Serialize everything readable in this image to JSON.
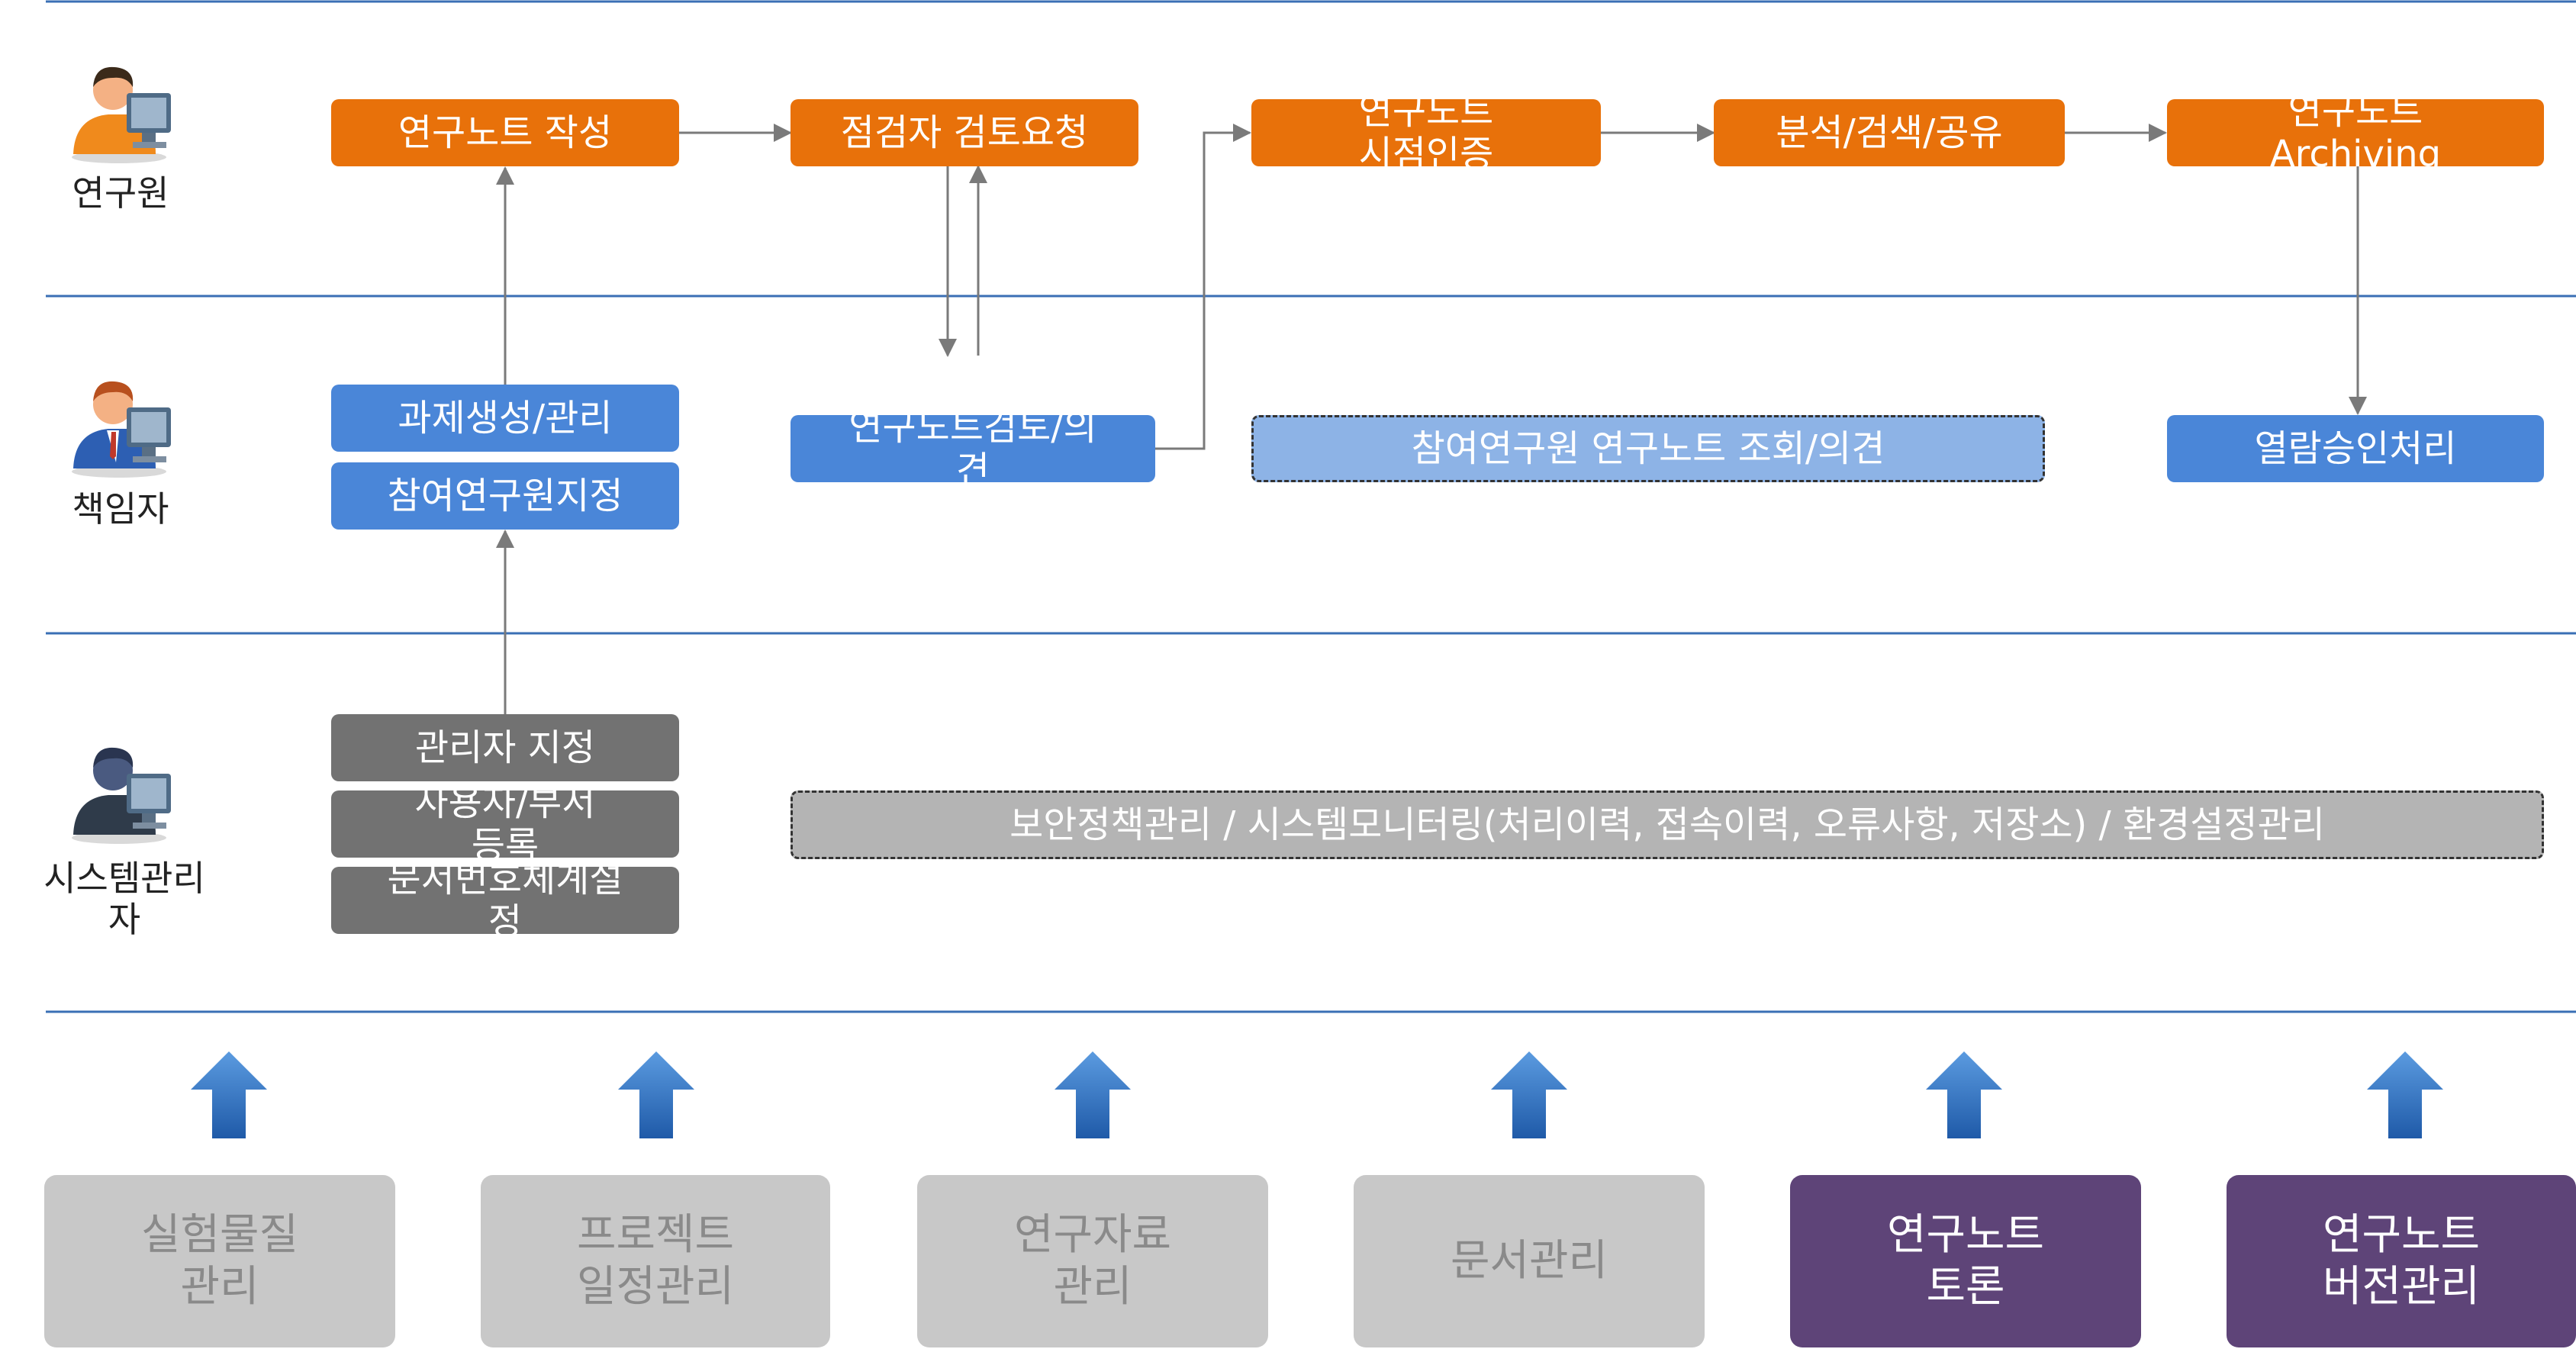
{
  "roles": {
    "researcher": "연구원",
    "manager": "책임자",
    "admin": "시스템관리\n자"
  },
  "researcher_row": {
    "write": "연구노트 작성",
    "review_request": "점검자 검토요청",
    "timestamp_cert": "연구노트\n시점인증",
    "analyze": "분석/검색/공유",
    "archiving": "연구노트\nArchiving"
  },
  "manager_row": {
    "task_create": "과제생성/관리",
    "assign": "참여연구원지정",
    "review_opinion": "연구노트검토/의\n견",
    "view_opinion": "참여연구원 연구노트 조회/의견",
    "approve": "열람승인처리"
  },
  "admin_row": {
    "admin_assign": "관리자 지정",
    "user_register": "사용자/부서\n등록",
    "doc_number": "문서번호체계설\n정",
    "policy": "보안정책관리 / 시스템모니터링(처리이력, 접속이력, 오류사항, 저장소) / 환경설정관리"
  },
  "features": [
    {
      "label": "실험물질\n관리",
      "style": "gray"
    },
    {
      "label": "프로젝트\n일정관리",
      "style": "gray"
    },
    {
      "label": "연구자료\n관리",
      "style": "gray"
    },
    {
      "label": "문서관리",
      "style": "gray"
    },
    {
      "label": "연구노트\n토론",
      "style": "purple"
    },
    {
      "label": "연구노트\n버전관리",
      "style": "purple"
    }
  ],
  "colors": {
    "orange": "#e8710a",
    "blue": "#4a86d8",
    "light_blue": "#8db3e6",
    "dark_gray": "#727272",
    "light_gray": "#b4b4b4",
    "feature_gray": "#c8c8c8",
    "purple": "#5e4478",
    "arrow_blue": "#2f6fc4",
    "rule_blue": "#3a6fb5"
  },
  "icons": [
    "user-computer-icon",
    "up-arrow-icon"
  ]
}
